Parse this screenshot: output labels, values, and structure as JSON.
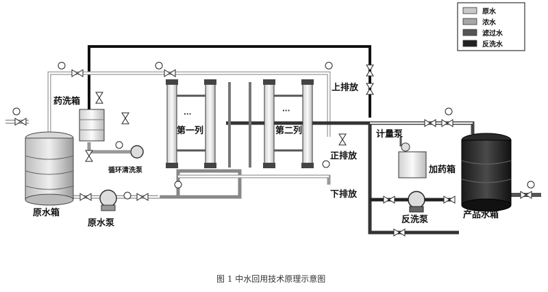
{
  "legend": {
    "items": [
      {
        "label": "原水",
        "color": "#c8c8c8"
      },
      {
        "label": "浓水",
        "color": "#a6a6a6"
      },
      {
        "label": "滤过水",
        "color": "#555555"
      },
      {
        "label": "反洗水",
        "color": "#222222"
      }
    ]
  },
  "labels": {
    "raw_tank": "原水箱",
    "raw_pump": "原水泵",
    "chem_tank": "药洗箱",
    "circ_pump": "循环清洗泵",
    "row1": "第一列",
    "row2": "第二列",
    "dots": "···",
    "top_drain": "上排放",
    "front_drain": "正排放",
    "bottom_drain": "下排放",
    "meter_pump": "计量泵",
    "dose_tank": "加药箱",
    "backwash_pump": "反洗泵",
    "product_tank": "产品水箱"
  },
  "caption": "图 1 中水回用技术原理示意图"
}
